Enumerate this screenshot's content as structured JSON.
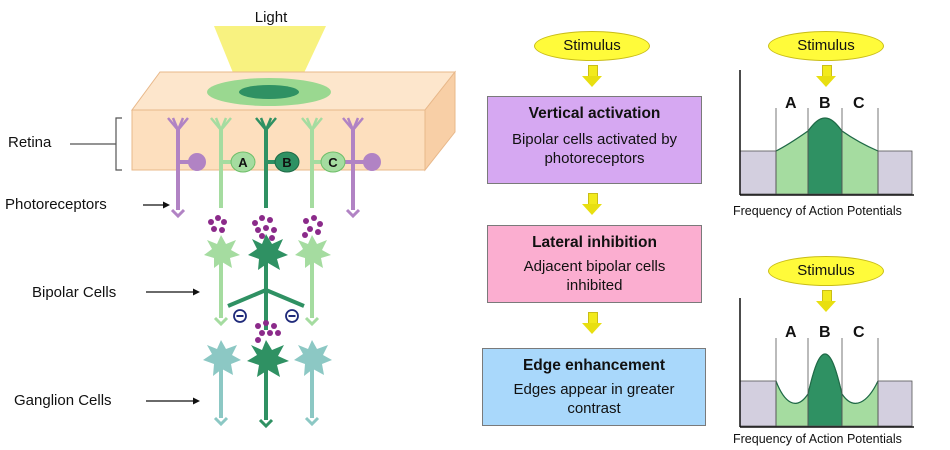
{
  "illustration": {
    "light_label": "Light",
    "cell_letters": [
      "A",
      "B",
      "C"
    ],
    "labels": {
      "retina": "Retina",
      "photoreceptors": "Photoreceptors",
      "bipolar": "Bipolar Cells",
      "ganglion": "Ganglion Cells"
    },
    "colors": {
      "light_beam": "#f7f06a",
      "retina_box": "#fde3c4",
      "photoreceptor_purple": "#b183c4",
      "cell_light_green": "#a5dca0",
      "cell_dark_green": "#2f9163",
      "ganglion_teal": "#8cc8c4",
      "neurotransmitter": "#8b2a8a"
    }
  },
  "flow": {
    "stimulus": "Stimulus",
    "steps": [
      {
        "title": "Vertical activation",
        "description": "Bipolar cells activated by photoreceptors",
        "color": "#d6a8f2"
      },
      {
        "title": "Lateral inhibition",
        "description": "Adjacent bipolar cells inhibited",
        "color": "#fbaed0"
      },
      {
        "title": "Edge enhancement",
        "description": "Edges appear in greater contrast",
        "color": "#a9d8fb"
      }
    ]
  },
  "graphs": [
    {
      "stimulus": "Stimulus",
      "letters": [
        "A",
        "B",
        "C"
      ],
      "xlabel": "Frequency of Action Potentials",
      "shape": "gaussian"
    },
    {
      "stimulus": "Stimulus",
      "letters": [
        "A",
        "B",
        "C"
      ],
      "xlabel": "Frequency of Action Potentials",
      "shape": "edge-enhanced"
    }
  ]
}
